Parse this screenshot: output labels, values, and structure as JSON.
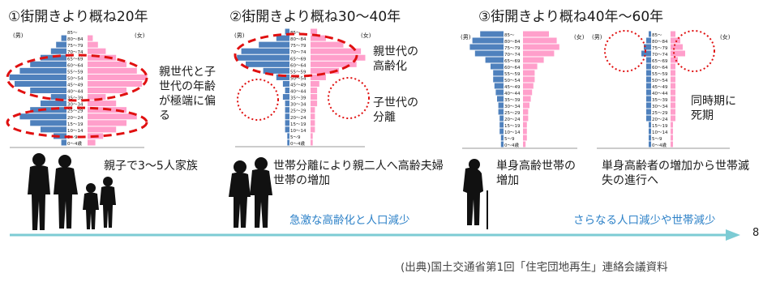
{
  "colors": {
    "male": "#4f81bd",
    "female": "#ff9fcb",
    "annotation": "#e01010",
    "accent": "#2e82c8",
    "arrow": "#7ccbd4"
  },
  "age_labels": [
    "85～",
    "80～84",
    "75～79",
    "70～74",
    "65～69",
    "60～64",
    "55～59",
    "50～54",
    "45～49",
    "40～44",
    "35～39",
    "30～34",
    "25～29",
    "20～24",
    "15～19",
    "10～14",
    "5～9",
    "0～4歳"
  ],
  "sex_labels": {
    "male": "(男)",
    "female": "(女)"
  },
  "panels": [
    {
      "title": "①街開きより概ね20年",
      "pyramid_male": [
        0,
        2,
        4,
        6,
        10,
        14,
        18,
        22,
        20,
        14,
        6,
        10,
        14,
        18,
        14,
        10,
        5,
        2
      ],
      "pyramid_female": [
        0,
        2,
        4,
        7,
        11,
        15,
        19,
        23,
        21,
        15,
        7,
        11,
        15,
        19,
        15,
        11,
        6,
        3
      ],
      "note": "親世代と子世代の年齢が極端に偏る",
      "caption": "親子で3～5人家族",
      "icon": "family-silhouette-icon"
    },
    {
      "title": "②街開きより概ね30～40年",
      "pyramid_male": [
        2,
        6,
        14,
        22,
        24,
        20,
        12,
        6,
        3,
        2,
        3,
        2,
        2,
        2,
        2,
        2,
        1,
        1
      ],
      "pyramid_female": [
        3,
        7,
        15,
        23,
        25,
        21,
        13,
        7,
        4,
        3,
        3,
        3,
        2,
        2,
        2,
        2,
        1,
        1
      ],
      "note_top": "親世代の高齢化",
      "note_bottom": "子世代の分離",
      "caption": "世帯分離により親二人へ高齢夫婦世帯の増加",
      "subtitle": "急激な高齢化と人口減少",
      "icon": "elderly-couple-silhouette-icon"
    },
    {
      "title": "③街開きより概ね40年～60年",
      "pyramid_a_male": [
        18,
        24,
        26,
        22,
        14,
        10,
        8,
        8,
        7,
        6,
        5,
        4,
        4,
        3,
        3,
        3,
        2,
        2
      ],
      "pyramid_a_female": [
        20,
        26,
        28,
        24,
        16,
        11,
        9,
        9,
        8,
        7,
        6,
        5,
        4,
        4,
        3,
        3,
        3,
        2
      ],
      "pyramid_b_male": [
        1,
        2,
        3,
        4,
        2,
        2,
        2,
        2,
        2,
        2,
        2,
        2,
        2,
        2,
        1,
        1,
        1,
        1
      ],
      "pyramid_b_female": [
        2,
        4,
        5,
        6,
        3,
        2,
        2,
        2,
        2,
        2,
        2,
        2,
        2,
        2,
        1,
        1,
        1,
        1
      ],
      "note_right": "同時期に死期",
      "caption_left": "単身高齢世帯の増加",
      "caption_right": "単身高齢者の増加から世帯滅失の進行へ",
      "subtitle": "さらなる人口減少や世帯減少",
      "icon": "elderly-cane-silhouette-icon"
    }
  ],
  "page_number": "8",
  "source": "(出典)国土交通省第1回「住宅団地再生」連絡会議資料"
}
